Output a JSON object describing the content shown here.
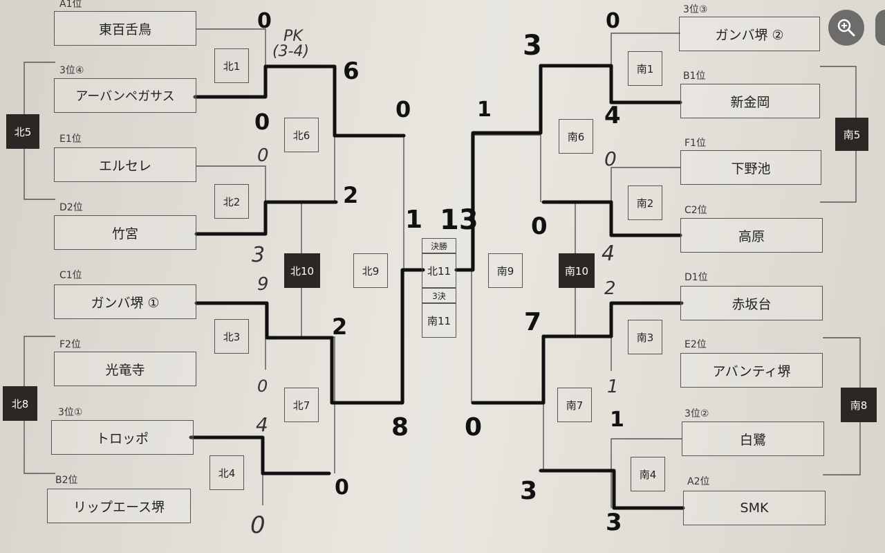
{
  "teams": {
    "t1": {
      "rank": "A1位",
      "name": "東百舌鳥"
    },
    "t2": {
      "rank": "3位④",
      "name": "アーバンペガサス"
    },
    "t3": {
      "rank": "E1位",
      "name": "エルセレ"
    },
    "t4": {
      "rank": "D2位",
      "name": "竹宮"
    },
    "t5": {
      "rank": "C1位",
      "name": "ガンバ堺 ①"
    },
    "t6": {
      "rank": "F2位",
      "name": "光竜寺"
    },
    "t7": {
      "rank": "3位①",
      "name": "トロッポ"
    },
    "t8": {
      "rank": "B2位",
      "name": "リップエース堺"
    },
    "t9": {
      "rank": "3位③",
      "name": "ガンバ堺 ②"
    },
    "t10": {
      "rank": "B1位",
      "name": "新金岡"
    },
    "t11": {
      "rank": "F1位",
      "name": "下野池"
    },
    "t12": {
      "rank": "C2位",
      "name": "高原"
    },
    "t13": {
      "rank": "D1位",
      "name": "赤坂台"
    },
    "t14": {
      "rank": "E2位",
      "name": "アバンティ堺"
    },
    "t15": {
      "rank": "3位②",
      "name": "白鷺"
    },
    "t16": {
      "rank": "A2位",
      "name": "SMK"
    }
  },
  "matches": {
    "n1": "北1",
    "n2": "北2",
    "n3": "北3",
    "n4": "北4",
    "n5": "北5",
    "n6": "北6",
    "n7": "北7",
    "n8": "北8",
    "n9": "北9",
    "n10": "北10",
    "n11": "北11",
    "s1": "南1",
    "s2": "南2",
    "s3": "南3",
    "s4": "南4",
    "s5": "南5",
    "s6": "南6",
    "s7": "南7",
    "s8": "南8",
    "s9": "南9",
    "s10": "南10",
    "s11": "南11"
  },
  "center": {
    "final": "決勝",
    "third": "3決"
  },
  "scores": {
    "a1": "0",
    "pk": "PK",
    "pk_score": "(3-4)",
    "a2": "6",
    "a3": "0",
    "a4": "0",
    "a5": "2",
    "a6": "1",
    "a7": "3",
    "a8": "9",
    "a9": "2",
    "a10": "0",
    "a11": "4",
    "a12": "0",
    "a13": "8",
    "a14": "0",
    "a15": "13",
    "b1": "3",
    "b2": "0",
    "b3": "1",
    "b4": "4",
    "b5": "0",
    "b6": "0",
    "b7": "4",
    "b8": "2",
    "b9": "7",
    "b10": "1",
    "b11": "0",
    "b12": "1",
    "b13": "3",
    "b14": "3"
  }
}
